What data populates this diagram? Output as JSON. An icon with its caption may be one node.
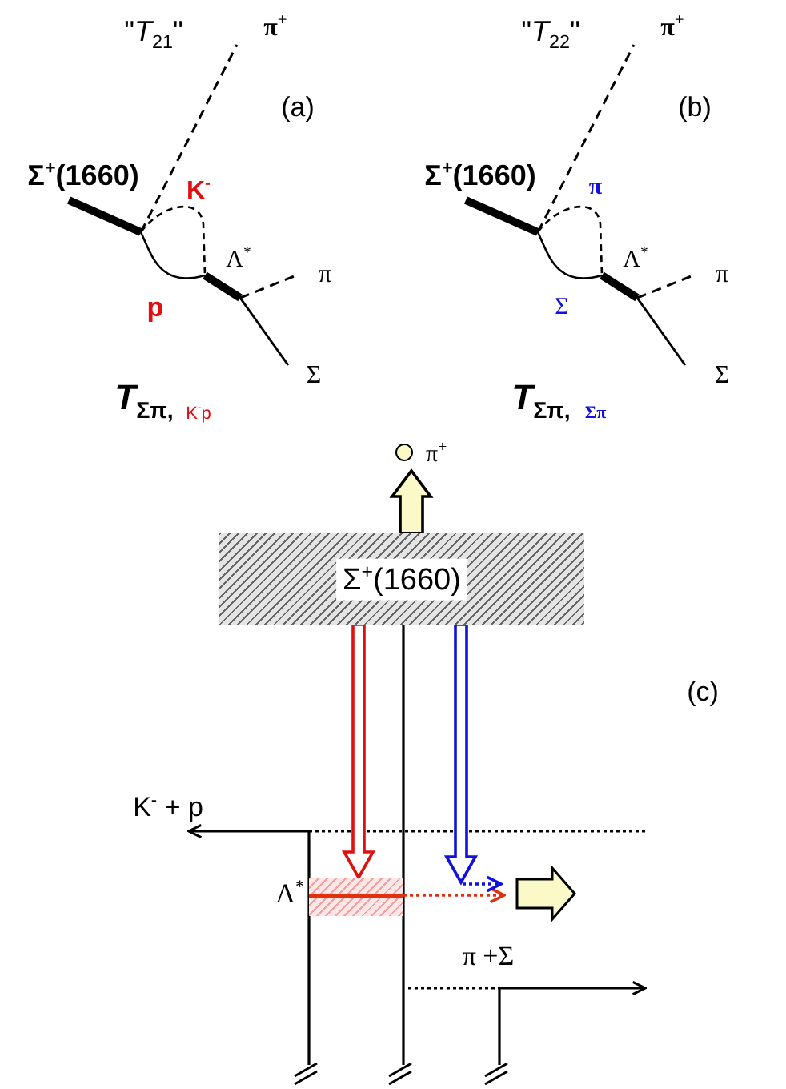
{
  "diagram": {
    "nodes": [
      {
        "text": [
          "Σ$^{+}$(1660)"
        ]
      },
      {
        "text": [
          "π$^{+}$"
        ]
      },
      {
        "text": [
          "Λ$^{*}$"
        ]
      }
    ],
    "edges": [
      {
        "from": 0,
        "to": 1,
        "arrow": "to",
        "style": "thick"
      },
      {
        "from": 0,
        "to": 2,
        "arrow": "to",
        "style": "thick",
        "color": "#e01010"
      },
      {
        "from": 0,
        "to": null,
        "arrow": "to",
        "style": "thick",
        "color": "#1010e0"
      }
    ],
    "labels": [
      "\"*T*$_{21}$\"",
      "π$^{+}$",
      "\"*T*$_{22}$\"",
      "π$^{+}$",
      "(a)",
      "(b)",
      "Σ$^{+}$(1660)",
      "Σ$^{+}$(1660)",
      "K$^{-}$",
      "π",
      "Λ$^{*}$",
      "π",
      "Λ$^{*}$",
      "π",
      "p",
      "Σ",
      "Σ",
      "Σ",
      "*T*$_{Σπ,}$",
      "K$^{-}$p",
      "*T*$_{Σπ,}$",
      "Σπ",
      "(c)",
      "K$^{-}$ + p",
      "π +Σ"
    ]
  }
}
